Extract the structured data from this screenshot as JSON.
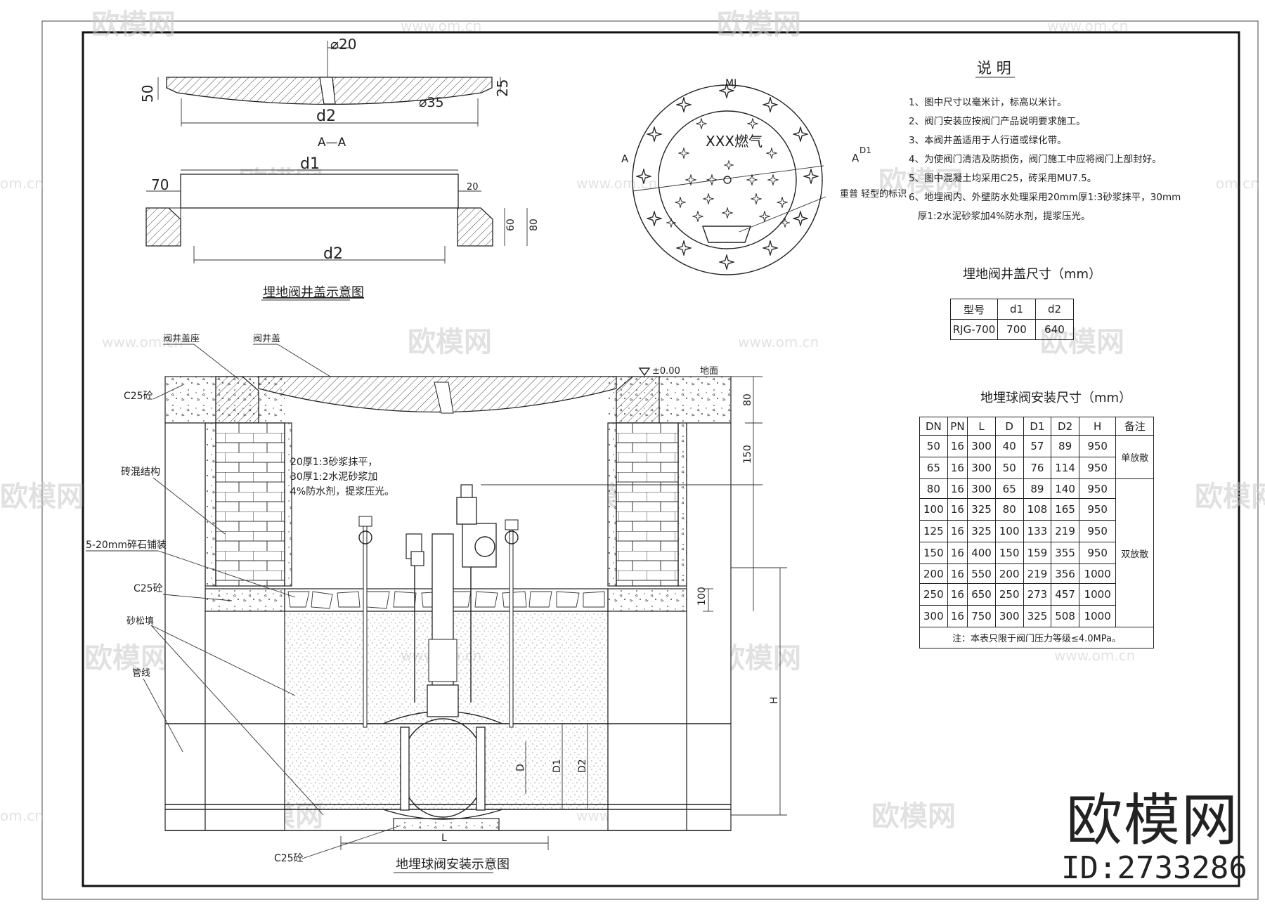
{
  "cover_section": {
    "dim_hole": "⌀20",
    "dim_thickness": "50",
    "dim_edge": "25",
    "dim_inner": "⌀35",
    "dim_d2": "d2",
    "section_label": "A—A"
  },
  "cover_frame": {
    "dim_d1": "d1",
    "dim_70": "70",
    "dim_20": "20",
    "dim_60": "60",
    "dim_80": "80",
    "dim_d2": "d2",
    "title": "埋地阀井盖示意图"
  },
  "plan_view": {
    "top_label": "MJ",
    "left_label": "A",
    "right_label": "A",
    "right_sub": "D1",
    "gas_text": "XXX燃气",
    "callout": "重普 轻型的标识"
  },
  "notes": {
    "heading": "说  明",
    "items": [
      "1、图中尺寸以毫米计，标高以米计。",
      "2、阀门安装应按阀门产品说明要求施工。",
      "3、本阀井盖适用于人行道或绿化带。",
      "4、为使阀门清洁及防损伤，阀门施工中应将阀门上部封好。",
      "5、图中混凝土均采用C25，砖采用MU7.5。",
      "6、地埋阀内、外壁防水处理采用20mm厚1:3砂浆抹平，30mm",
      "   厚1:2水泥砂浆加4%防水剂，提浆压光。"
    ]
  },
  "cover_table": {
    "caption": "埋地阀井盖尺寸（mm）",
    "headers": [
      "型号",
      "d1",
      "d2"
    ],
    "row": [
      "RJG-700",
      "700",
      "640"
    ]
  },
  "valve_table": {
    "caption": "地埋球阀安装尺寸（mm）",
    "headers": [
      "DN",
      "PN",
      "L",
      "D",
      "D1",
      "D2",
      "H",
      "备注"
    ],
    "rows": [
      [
        "50",
        "16",
        "300",
        "40",
        "57",
        "89",
        "950"
      ],
      [
        "65",
        "16",
        "300",
        "50",
        "76",
        "114",
        "950"
      ],
      [
        "80",
        "16",
        "300",
        "65",
        "89",
        "140",
        "950"
      ],
      [
        "100",
        "16",
        "325",
        "80",
        "108",
        "165",
        "950"
      ],
      [
        "125",
        "16",
        "325",
        "100",
        "133",
        "219",
        "950"
      ],
      [
        "150",
        "16",
        "400",
        "150",
        "159",
        "355",
        "950"
      ],
      [
        "200",
        "16",
        "550",
        "200",
        "219",
        "356",
        "1000"
      ],
      [
        "250",
        "16",
        "650",
        "250",
        "273",
        "457",
        "1000"
      ],
      [
        "300",
        "16",
        "750",
        "300",
        "325",
        "508",
        "1000"
      ]
    ],
    "remark_single": "单放散",
    "remark_double": "双放散",
    "footnote": "注：本表只限于阀门压力等级≤4.0MPa。"
  },
  "install": {
    "title": "地埋球阀安装示意图",
    "label_seat": "阀井盖座",
    "label_cover": "阀井盖",
    "label_ground": "地面",
    "label_elev": "±0.00",
    "label_c25_top": "C25砼",
    "label_brick": "砖混结构",
    "label_gravel": "5-20mm碎石铺装",
    "label_c25_mid": "C25砼",
    "label_sand": "砂松填",
    "label_pipe": "管线",
    "label_c25_bot": "C25砼",
    "plaster_1": "20厚1:3砂浆抹平，",
    "plaster_2": "30厚1:2水泥砂浆加",
    "plaster_3": "4%防水剂，提浆压光。",
    "dim_80": "80",
    "dim_150": "150",
    "dim_100": "100",
    "dim_H": "H",
    "dim_D": "D",
    "dim_D1": "D1",
    "dim_D2": "D2",
    "dim_L": "L"
  },
  "watermarks": {
    "brand": "欧模网",
    "url": "www.om.cn",
    "url_short": "om.cn"
  },
  "brand_stamp": {
    "name": "欧模网",
    "id": "ID:2733286"
  }
}
